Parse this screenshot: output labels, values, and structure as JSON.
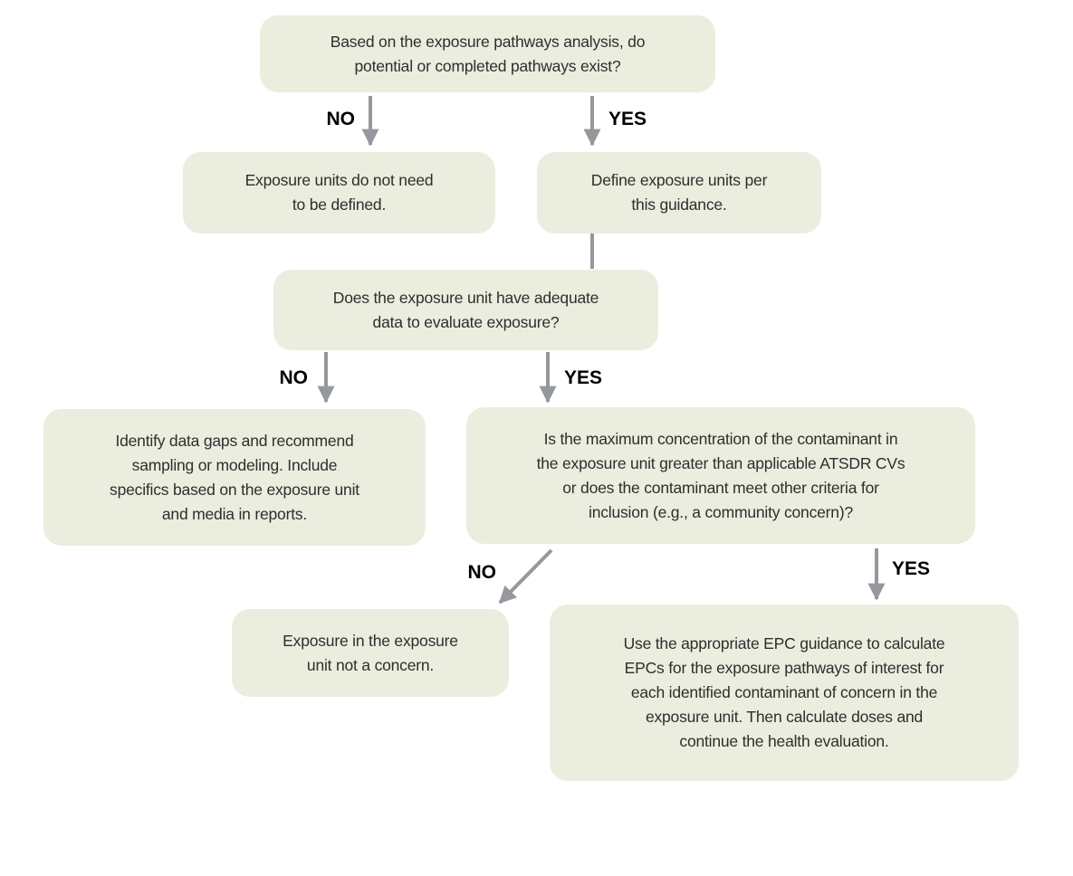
{
  "diagram": {
    "background": "#ffffff",
    "colors": {
      "node_fill": "#ebeddf",
      "node_text": "#2e2e2e",
      "arrow": "#95989c",
      "label_text": "#000000"
    },
    "nodes": [
      {
        "id": "q-pathways",
        "text": "Based on the exposure pathways analysis, do\npotential or completed pathways exist?"
      },
      {
        "id": "no-exposure-units-needed",
        "text": "Exposure units do not need\nto be defined."
      },
      {
        "id": "define-exposure-units",
        "text": "Define exposure units per\nthis guidance."
      },
      {
        "id": "q-adequate-data",
        "text": "Does the exposure unit have adequate\ndata to evaluate exposure?"
      },
      {
        "id": "identify-data-gaps",
        "text": "Identify data gaps and recommend\nsampling or modeling. Include\nspecifics based on the exposure unit\nand media in reports."
      },
      {
        "id": "q-max-concentration",
        "text": "Is the maximum concentration of the contaminant in\nthe exposure unit greater than applicable ATSDR CVs\nor does the contaminant meet other criteria for\ninclusion (e.g., a community concern)?"
      },
      {
        "id": "not-a-concern",
        "text": "Exposure in the exposure\nunit not a concern."
      },
      {
        "id": "calculate-epcs",
        "text": "Use the appropriate EPC guidance to calculate\nEPCs for the exposure pathways of interest for\neach identified contaminant of concern in the\nexposure unit. Then calculate doses and\ncontinue the health evaluation."
      }
    ],
    "edges": [
      {
        "from": "q-pathways",
        "to": "no-exposure-units-needed",
        "label": "NO"
      },
      {
        "from": "q-pathways",
        "to": "define-exposure-units",
        "label": "YES"
      },
      {
        "from": "define-exposure-units",
        "to": "q-adequate-data",
        "label": ""
      },
      {
        "from": "q-adequate-data",
        "to": "identify-data-gaps",
        "label": "NO"
      },
      {
        "from": "q-adequate-data",
        "to": "q-max-concentration",
        "label": "YES"
      },
      {
        "from": "q-max-concentration",
        "to": "not-a-concern",
        "label": "NO"
      },
      {
        "from": "q-max-concentration",
        "to": "calculate-epcs",
        "label": "YES"
      }
    ]
  }
}
